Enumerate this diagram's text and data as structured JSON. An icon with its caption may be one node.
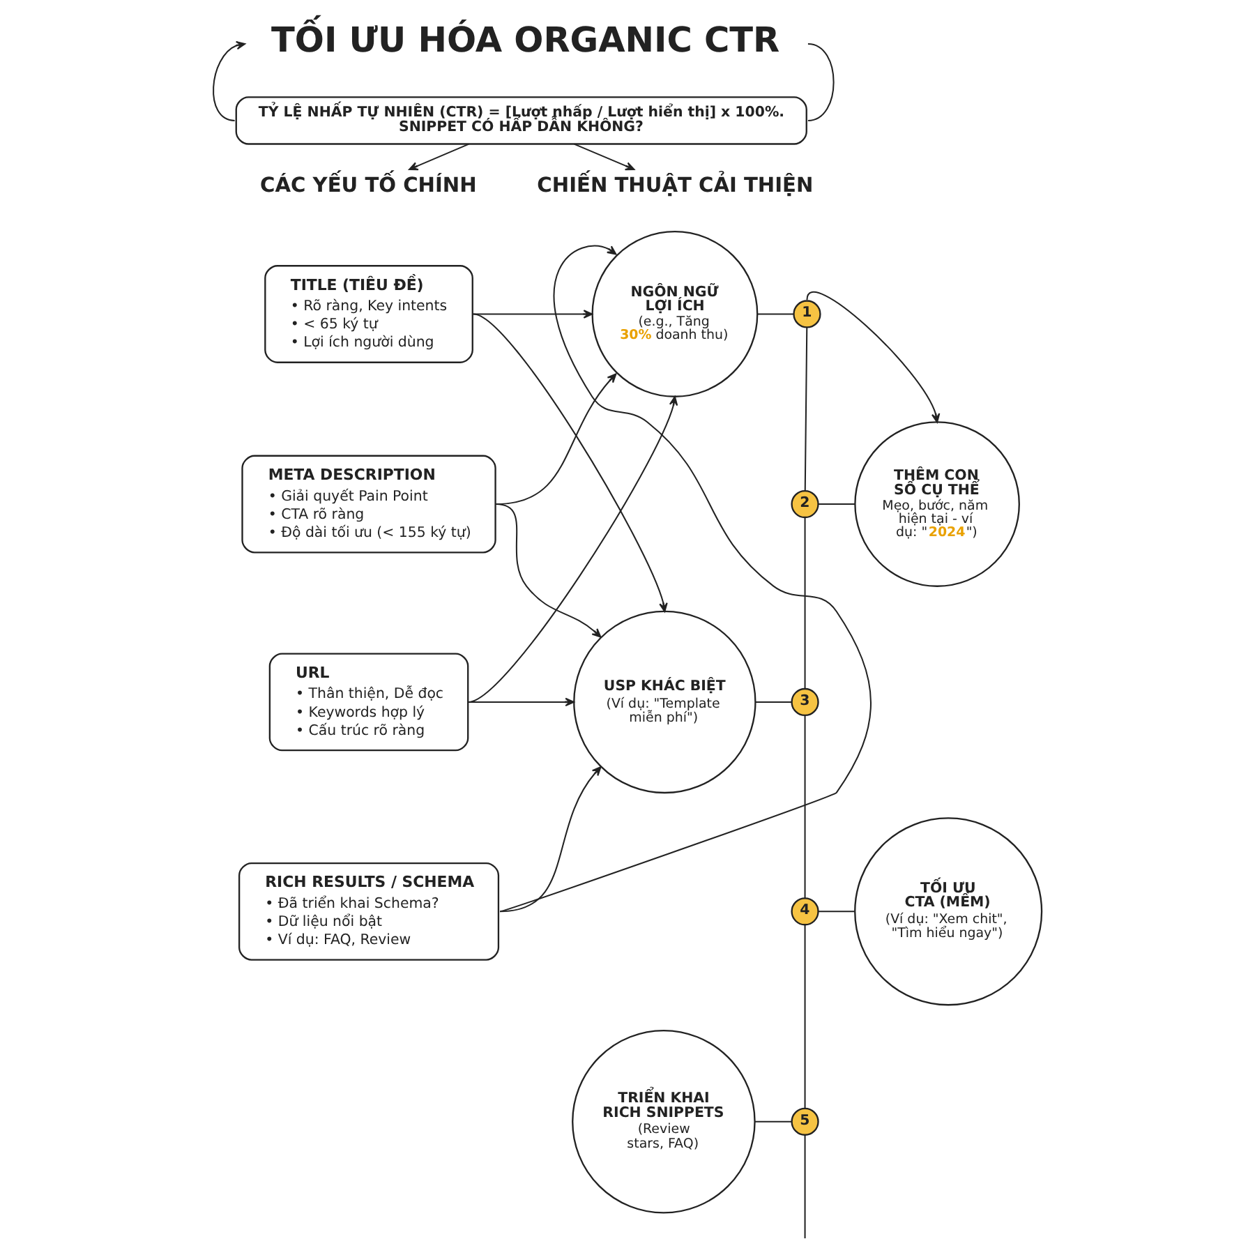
{
  "diagram": {
    "nodes": [
      {
        "text": [
          "TỐI ƯU HÓA ORGANIC CTR"
        ]
      },
      {
        "text": [
          "TỶ LỆ NHẤP TỰ NHIÊN (CTR) = [Lượt nhấp / Lượt hiển thị] x 100%. SNIPPET CÓ HẤP DẪN KHÔNG?"
        ]
      },
      {
        "text": [
          "CÁC YẾU TỐ CHÍNH"
        ]
      },
      {
        "text": [
          "CHIẾN THUẬT CẢI THIỆN"
        ]
      },
      {
        "text": [
          "TITLE (TIÊU ĐỀ)",
          "• Rõ ràng, Key intents",
          "• < 65 ký tự",
          "• Lợi ích người dùng"
        ]
      },
      {
        "text": [
          "META DESCRIPTION",
          "• Giải quyết Pain Point",
          "• CTA rõ ràng",
          "• Độ dài tối ưu (< 155 ký tự)"
        ]
      },
      {
        "text": [
          "URL",
          "• Thân thiện, Dễ đọc",
          "• Keywords hợp lý",
          "• Cấu trúc rõ ràng"
        ]
      },
      {
        "text": [
          "RICH RESULTS / SCHEMA",
          "• Đã triển khai Schema?",
          "• Dữ liệu nổi bật",
          "• Ví dụ: FAQ, Review"
        ]
      },
      {
        "text": [
          "NGÔN NGỮ LỢI ÍCH",
          "(e.g., Tăng **30%** doanh thu)"
        ]
      },
      {
        "text": [
          "1"
        ]
      },
      {
        "text": [
          "THÊM CON SỐ CỤ THỂ",
          "Mẹo, bước, năm hiện tại - ví dụ: \"**2024**\")"
        ]
      },
      {
        "text": [
          "2"
        ]
      },
      {
        "text": [
          "USP KHÁC BIỆT",
          "(Ví dụ: \"Template miễn phí\")"
        ]
      },
      {
        "text": [
          "3"
        ]
      },
      {
        "text": [
          "TỐI ƯU CTA (MỀM)",
          "(Ví dụ: \"Xem chit\", \"Tìm hiểu ngay\")"
        ]
      },
      {
        "text": [
          "4"
        ]
      },
      {
        "text": [
          "TRIỂN KHAI RICH SNIPPETS",
          "(Review stars, FAQ)"
        ]
      },
      {
        "text": [
          "5"
        ]
      }
    ],
    "edges": [
      {
        "from": 1,
        "to": 0,
        "arrow": "to"
      },
      {
        "from": 0,
        "to": 1,
        "arrow": "none"
      },
      {
        "from": 1,
        "to": 2,
        "arrow": "to"
      },
      {
        "from": 1,
        "to": 3,
        "arrow": "to"
      },
      {
        "from": 4,
        "to": 8,
        "arrow": "to"
      },
      {
        "from": 4,
        "to": 12,
        "arrow": "to"
      },
      {
        "from": 5,
        "to": 8,
        "arrow": "to"
      },
      {
        "from": 5,
        "to": 12,
        "arrow": "to"
      },
      {
        "from": 6,
        "to": 8,
        "arrow": "to"
      },
      {
        "from": 6,
        "to": 12,
        "arrow": "to"
      },
      {
        "from": 7,
        "to": 8,
        "arrow": "to"
      },
      {
        "from": 7,
        "to": 12,
        "arrow": "to"
      },
      {
        "from": 8,
        "to": 9,
        "arrow": "none"
      },
      {
        "from": 9,
        "to": 10,
        "arrow": "to"
      },
      {
        "from": 9,
        "to": 11,
        "arrow": "none"
      },
      {
        "from": 11,
        "to": 10,
        "arrow": "none"
      },
      {
        "from": 11,
        "to": 13,
        "arrow": "none"
      },
      {
        "from": 12,
        "to": 13,
        "arrow": "none"
      },
      {
        "from": 13,
        "to": 15,
        "arrow": "none"
      },
      {
        "from": 15,
        "to": 14,
        "arrow": "none"
      },
      {
        "from": 15,
        "to": 17,
        "arrow": "none"
      },
      {
        "from": 16,
        "to": 17,
        "arrow": "none"
      },
      {
        "from": 17,
        "to": null,
        "arrow": "none"
      }
    ]
  }
}
